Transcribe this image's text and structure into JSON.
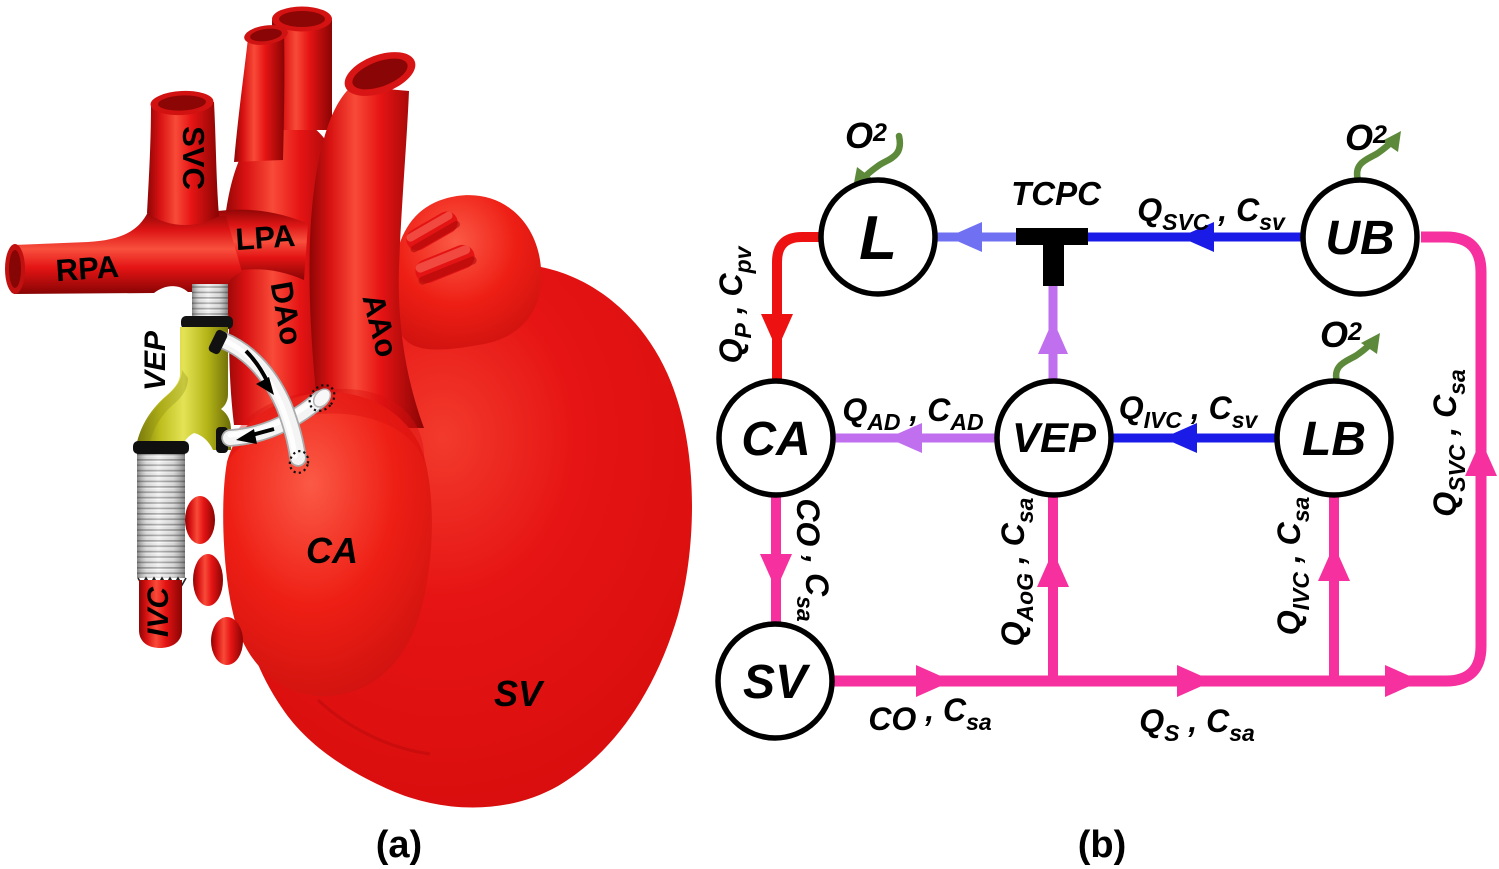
{
  "colors": {
    "red": "#ee1111",
    "blue": "#1b1be8",
    "periwinkle": "#7070f2",
    "violet": "#c06fee",
    "pink": "#f6309e",
    "green": "#5d8a3a",
    "black": "#000000",
    "heart_red": "#e81414",
    "conduit_yellow": "#c9c932",
    "tube_gray": "#e0e0e0",
    "shunt_white": "#f5f5f5"
  },
  "panel_a": {
    "caption": "(a)",
    "labels": {
      "svc": "SVC",
      "rpa": "RPA",
      "lpa": "LPA",
      "dao": "DAo",
      "aao": "AAo",
      "vep": "VEP",
      "ivc": "IVC",
      "ca": "CA",
      "sv": "SV"
    }
  },
  "panel_b": {
    "caption": "(b)",
    "junction_label": "TCPC",
    "o2": {
      "main": "O",
      "sub": "2"
    },
    "nodes": {
      "l": "L",
      "ub": "UB",
      "ca": "CA",
      "vep": "VEP",
      "lb": "LB",
      "sv": "SV"
    },
    "edges": {
      "qp": {
        "m1": "Q",
        "s1": "P",
        "sep": " , ",
        "m2": "C",
        "s2": "pv"
      },
      "qsvc_sv": {
        "m1": "Q",
        "s1": "SVC",
        "sep": " , ",
        "m2": "C",
        "s2": "sv"
      },
      "qad": {
        "m1": "Q",
        "s1": "AD",
        "sep": " , ",
        "m2": "C",
        "s2": "AD"
      },
      "qivc_sv": {
        "m1": "Q",
        "s1": "IVC",
        "sep": " , ",
        "m2": "C",
        "s2": "sv"
      },
      "co_down": {
        "m1": "CO",
        "s1": "",
        "sep": " , ",
        "m2": "C",
        "s2": "sa"
      },
      "qaog": {
        "m1": "Q",
        "s1": "AoG",
        "sep": " , ",
        "m2": "C",
        "s2": "sa"
      },
      "qivc_sa": {
        "m1": "Q",
        "s1": "IVC",
        "sep": " , ",
        "m2": "C",
        "s2": "sa"
      },
      "qsvc_sa": {
        "m1": "Q",
        "s1": "SVC",
        "sep": " , ",
        "m2": "C",
        "s2": "sa"
      },
      "co_bottom": {
        "m1": "CO",
        "s1": "",
        "sep": " , ",
        "m2": "C",
        "s2": "sa"
      },
      "qs": {
        "m1": "Q",
        "s1": "S",
        "sep": " , ",
        "m2": "C",
        "s2": "sa"
      }
    }
  }
}
